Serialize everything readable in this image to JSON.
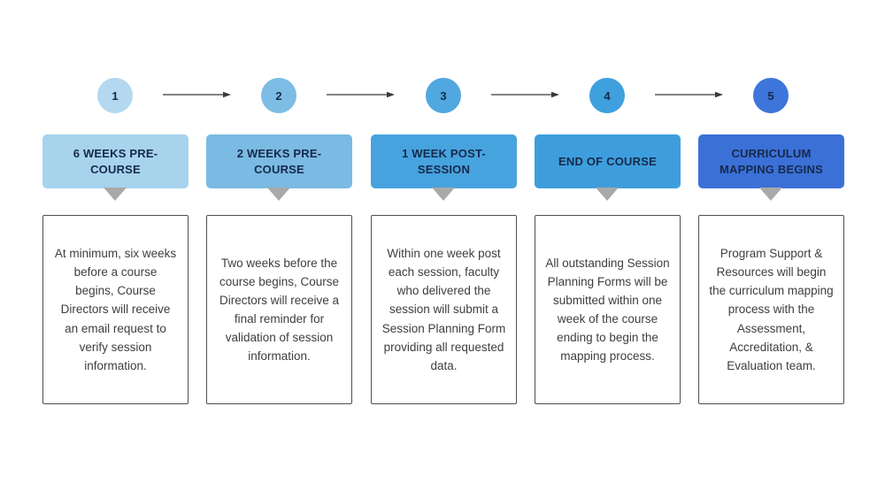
{
  "diagram": {
    "type": "process-timeline",
    "steps": [
      {
        "number": "1",
        "header": "6 WEEKS PRE-COURSE",
        "description": "At minimum, six weeks before a course begins, Course Directors will receive an email request to verify session information.",
        "circle_color": "#B3D8EF",
        "header_color": "#A7D3ED"
      },
      {
        "number": "2",
        "header": "2 WEEKS PRE-COURSE",
        "description": "Two weeks before the course begins, Course Directors will receive a final reminder for validation of session information.",
        "circle_color": "#7DBDE5",
        "header_color": "#7BBAE2"
      },
      {
        "number": "3",
        "header": "1 WEEK POST-SESSION",
        "description": "Within one week post each session, faculty who delivered the session will submit a Session Planning Form providing all requested data.",
        "circle_color": "#51A7E0",
        "header_color": "#47A3DE"
      },
      {
        "number": "4",
        "header": "END OF COURSE",
        "description": "All outstanding Session Planning Forms will be submitted within one week of the course ending to begin the mapping process.",
        "circle_color": "#3FA0DE",
        "header_color": "#3E9EDD"
      },
      {
        "number": "5",
        "header": "CURRICULUM MAPPING BEGINS",
        "description": "Program Support & Resources will begin the curriculum mapping process with the Assessment, Accreditation, & Evaluation team.",
        "circle_color": "#3D75DA",
        "header_color": "#3B70D7"
      }
    ],
    "colors": {
      "background": "#FFFFFF",
      "step_text": "#16294A",
      "description_text": "#3E3E3E",
      "description_border": "#4F4F4F",
      "pointer_gray": "#A9A9A9",
      "arrow_gray": "#5A5A5A"
    }
  }
}
